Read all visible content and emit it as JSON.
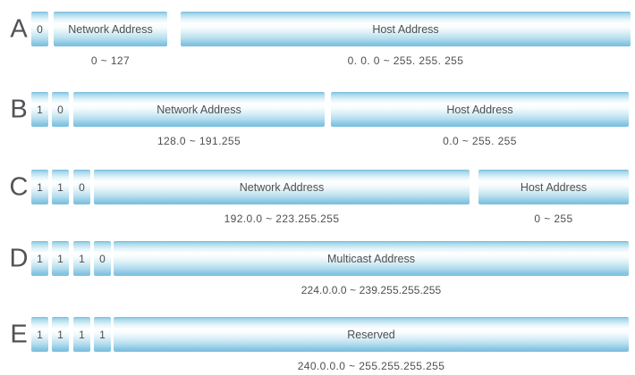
{
  "colors": {
    "background": "#ffffff",
    "box_gradient_edge": "#79bddd",
    "box_gradient_middle": "#feffff",
    "text": "#4f4f51"
  },
  "rows": [
    {
      "letter": "A",
      "bits": [
        "0"
      ],
      "segments": [
        {
          "label": "Network Address",
          "range": "0 ~ 127"
        },
        {
          "label": "Host Address",
          "range": "0. 0. 0 ~ 255. 255. 255"
        }
      ]
    },
    {
      "letter": "B",
      "bits": [
        "1",
        "0"
      ],
      "segments": [
        {
          "label": "Network Address",
          "range": "128.0 ~ 191.255"
        },
        {
          "label": "Host Address",
          "range": "0.0 ~ 255. 255"
        }
      ]
    },
    {
      "letter": "C",
      "bits": [
        "1",
        "1",
        "0"
      ],
      "segments": [
        {
          "label": "Network Address",
          "range": "192.0.0 ~ 223.255.255"
        },
        {
          "label": "Host Address",
          "range": "0 ~ 255"
        }
      ]
    },
    {
      "letter": "D",
      "bits": [
        "1",
        "1",
        "1",
        "0"
      ],
      "segments": [
        {
          "label": "Multicast Address",
          "range": "224.0.0.0 ~ 239.255.255.255"
        }
      ]
    },
    {
      "letter": "E",
      "bits": [
        "1",
        "1",
        "1",
        "1"
      ],
      "segments": [
        {
          "label": "Reserved",
          "range": "240.0.0.0 ~ 255.255.255.255"
        }
      ]
    }
  ]
}
